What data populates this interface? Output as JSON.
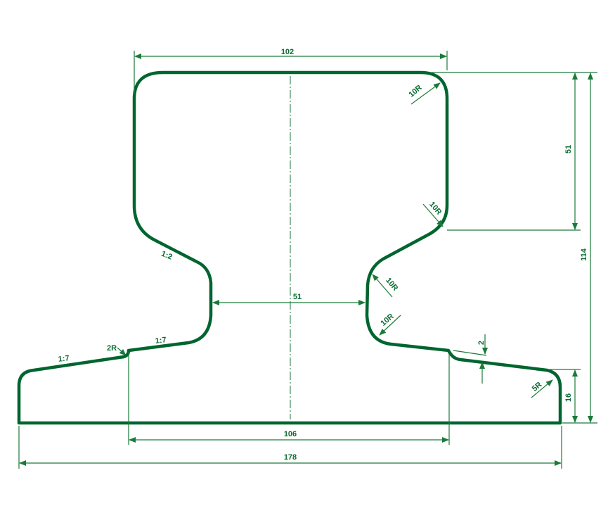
{
  "colors": {
    "profile": "#00652e",
    "dimension": "#1a7a3a"
  },
  "dimensions": {
    "head_width": "102",
    "head_height": "51",
    "total_height": "114",
    "web_width": "51",
    "foot_thickness": "16",
    "base_inner": "106",
    "base_width": "178",
    "offset": "2"
  },
  "slopes": {
    "head_under": "1:2",
    "foot_left_outer": "1:7",
    "foot_left_inner": "1:7"
  },
  "radii": {
    "head_top_corner": "10R",
    "head_lower_corner": "10R",
    "web_upper": "10R",
    "web_lower": "10R",
    "foot_notch": "2R",
    "foot_tip": "5R"
  }
}
